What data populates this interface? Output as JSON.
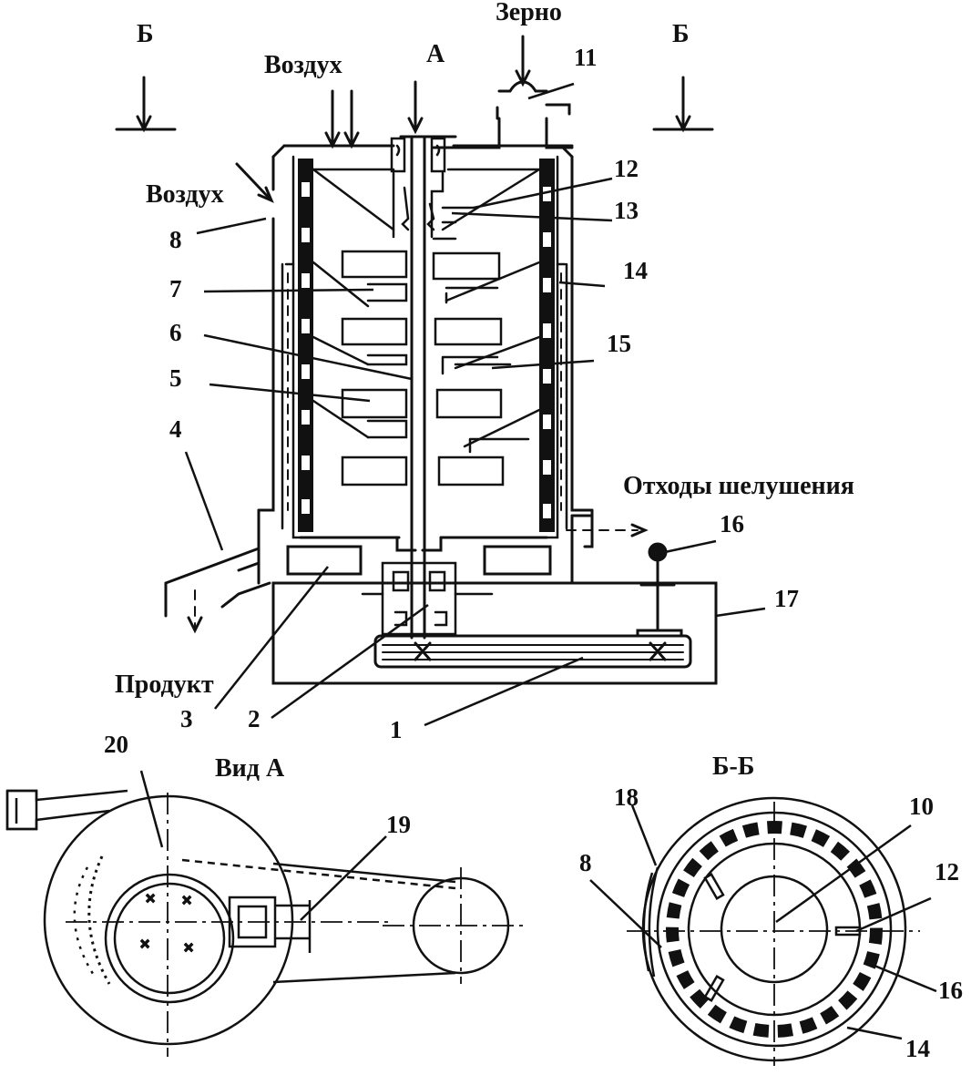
{
  "flows": {
    "grain": "Зерно",
    "air_top": "Воздух",
    "air_side": "Воздух",
    "husk_waste": "Отходы шелушения",
    "product": "Продукт"
  },
  "section_marks": {
    "left": "Б",
    "right": "Б",
    "view_arrow": "А"
  },
  "views": {
    "view_a": "Вид А",
    "section_bb": "Б-Б"
  },
  "part_numbers": {
    "main": [
      "1",
      "2",
      "3",
      "4",
      "5",
      "6",
      "7",
      "8",
      "11",
      "12",
      "13",
      "14",
      "15",
      "16",
      "17"
    ],
    "view_a": [
      "20",
      "19"
    ],
    "section_bb": [
      "18",
      "10",
      "8",
      "12",
      "16",
      "14"
    ]
  },
  "colors": {
    "line": "#111111",
    "fill_dark": "#111111",
    "background": "#ffffff"
  }
}
